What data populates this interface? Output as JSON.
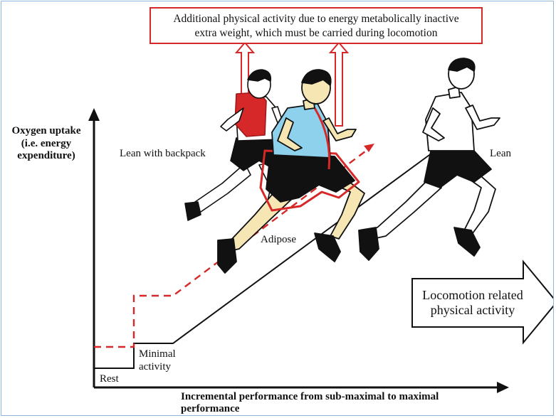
{
  "annotation_box": {
    "line1": "Additional physical activity due to energy metabolically inactive",
    "line2": "extra weight, which must be carried during locomotion"
  },
  "y_axis": {
    "line1": "Oxygen uptake",
    "line2": "(i.e. energy",
    "line3": "expenditure)"
  },
  "x_axis": {
    "line1": "Incremental performance from sub-maximal to maximal",
    "line2": "performance"
  },
  "labels": {
    "backpack": "Lean with backpack",
    "lean": "Lean",
    "adipose": "Adipose",
    "minimal_line1": "Minimal",
    "minimal_line2": "activity",
    "rest": "Rest"
  },
  "big_arrow": {
    "line1": "Locomotion related",
    "line2": "physical activity"
  },
  "colors": {
    "red": "#d62828",
    "shirt_blue": "#8ed1ec",
    "skin": "#f5e6b4",
    "black": "#111111",
    "frame": "#8fb6dc"
  }
}
